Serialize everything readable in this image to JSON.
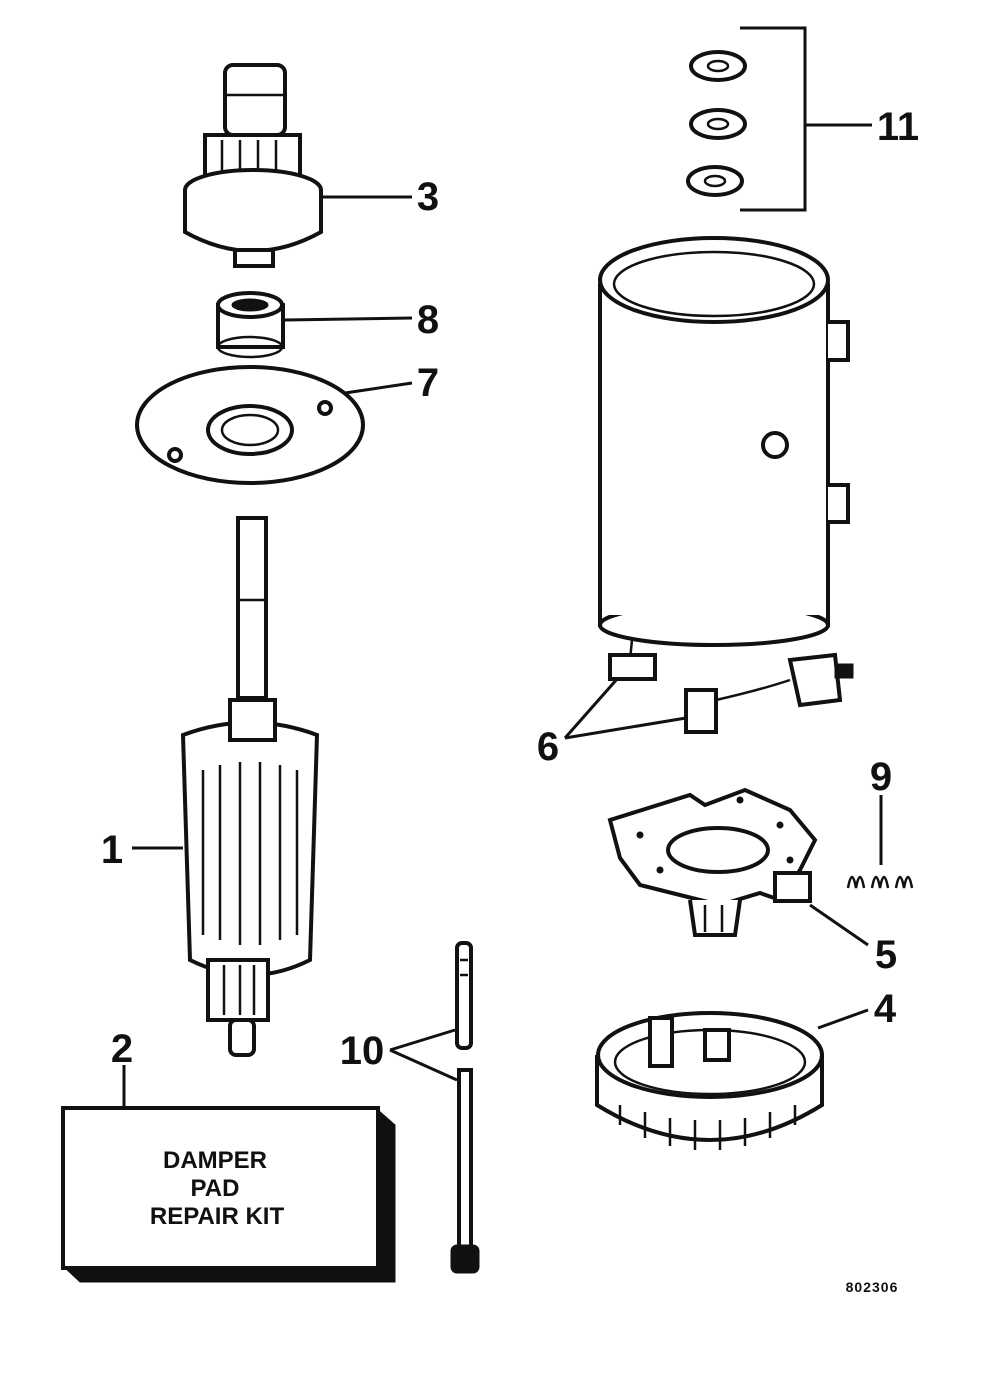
{
  "diagram": {
    "figure_number": "802306",
    "kit_label": {
      "lines": [
        "DAMPER",
        "PAD",
        "REPAIR KIT"
      ]
    },
    "callouts": [
      "1",
      "2",
      "3",
      "4",
      "5",
      "6",
      "7",
      "8",
      "9",
      "10",
      "11"
    ]
  }
}
